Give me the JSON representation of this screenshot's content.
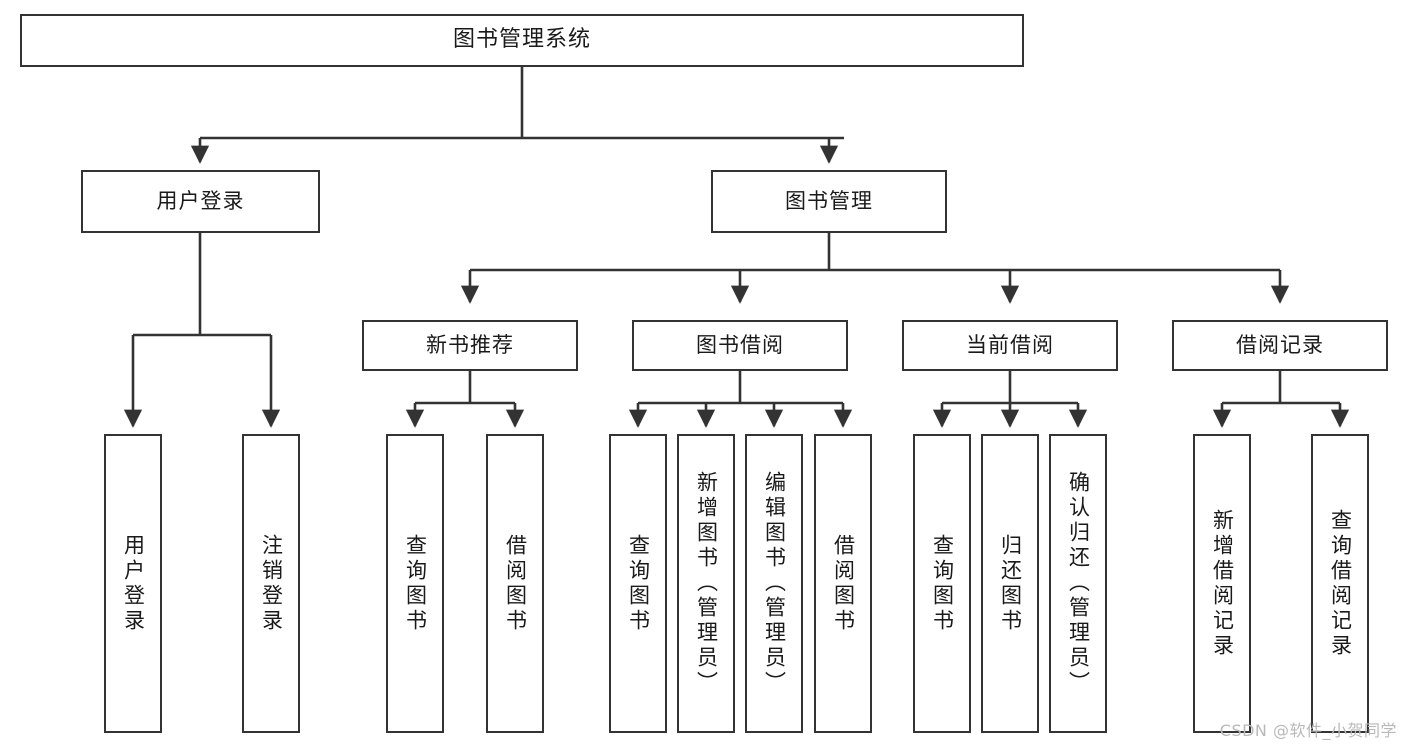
{
  "diagram": {
    "type": "tree",
    "title": "图书管理系统",
    "orientation": "top-down",
    "root": {
      "id": "root",
      "label": "图书管理系统"
    },
    "level2": [
      {
        "id": "user-login",
        "label": "用户登录"
      },
      {
        "id": "book-manage",
        "label": "图书管理"
      }
    ],
    "level3": [
      {
        "id": "new-book-recommend",
        "label": "新书推荐",
        "parent": "book-manage"
      },
      {
        "id": "book-borrow",
        "label": "图书借阅",
        "parent": "book-manage"
      },
      {
        "id": "current-borrow",
        "label": "当前借阅",
        "parent": "book-manage"
      },
      {
        "id": "borrow-record",
        "label": "借阅记录",
        "parent": "book-manage"
      }
    ],
    "leaves": [
      {
        "id": "leaf-user-login",
        "label": "用户登录",
        "parent": "user-login"
      },
      {
        "id": "leaf-logout",
        "label": "注销登录",
        "parent": "user-login"
      },
      {
        "id": "leaf-query-book-1",
        "label": "查询图书",
        "parent": "new-book-recommend"
      },
      {
        "id": "leaf-borrow-book-1",
        "label": "借阅图书",
        "parent": "new-book-recommend"
      },
      {
        "id": "leaf-query-book-2",
        "label": "查询图书",
        "parent": "book-borrow"
      },
      {
        "id": "leaf-add-book",
        "label": "新增图书（管理员）",
        "parent": "book-borrow"
      },
      {
        "id": "leaf-edit-book",
        "label": "编辑图书（管理员）",
        "parent": "book-borrow"
      },
      {
        "id": "leaf-borrow-book-2",
        "label": "借阅图书",
        "parent": "book-borrow"
      },
      {
        "id": "leaf-query-book-3",
        "label": "查询图书",
        "parent": "current-borrow"
      },
      {
        "id": "leaf-return-book",
        "label": "归还图书",
        "parent": "current-borrow"
      },
      {
        "id": "leaf-confirm-return",
        "label": "确认归还（管理员）",
        "parent": "current-borrow"
      },
      {
        "id": "leaf-add-record",
        "label": "新增借阅记录",
        "parent": "borrow-record"
      },
      {
        "id": "leaf-query-record",
        "label": "查询借阅记录",
        "parent": "borrow-record"
      }
    ]
  },
  "style": {
    "box_border_color": "#333333",
    "box_fill_color": "#ffffff",
    "edge_color": "#333333",
    "text_color": "#1a1a1a",
    "background_color": "#ffffff",
    "watermark_color": "#b9b9b9"
  },
  "watermark": {
    "text": "CSDN @软件_小贺同学"
  }
}
